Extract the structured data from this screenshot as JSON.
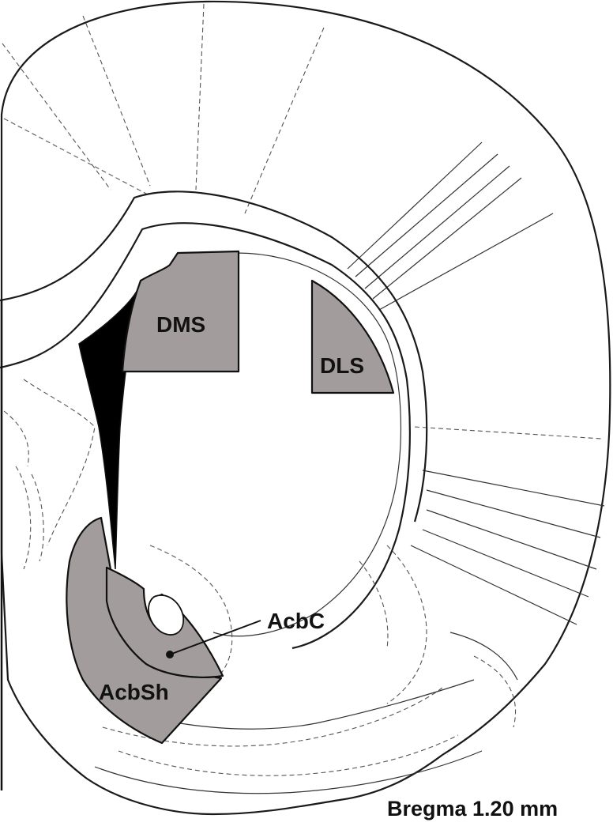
{
  "regions": {
    "dms": "DMS",
    "dls": "DLS",
    "acbc": "AcbC",
    "acbsh": "AcbSh"
  },
  "caption": "Bregma 1.20 mm",
  "colors": {
    "region_fill": "#a39c9c",
    "ventricle_fill": "#000000",
    "outline": "#1a1a1a",
    "background": "#ffffff"
  }
}
